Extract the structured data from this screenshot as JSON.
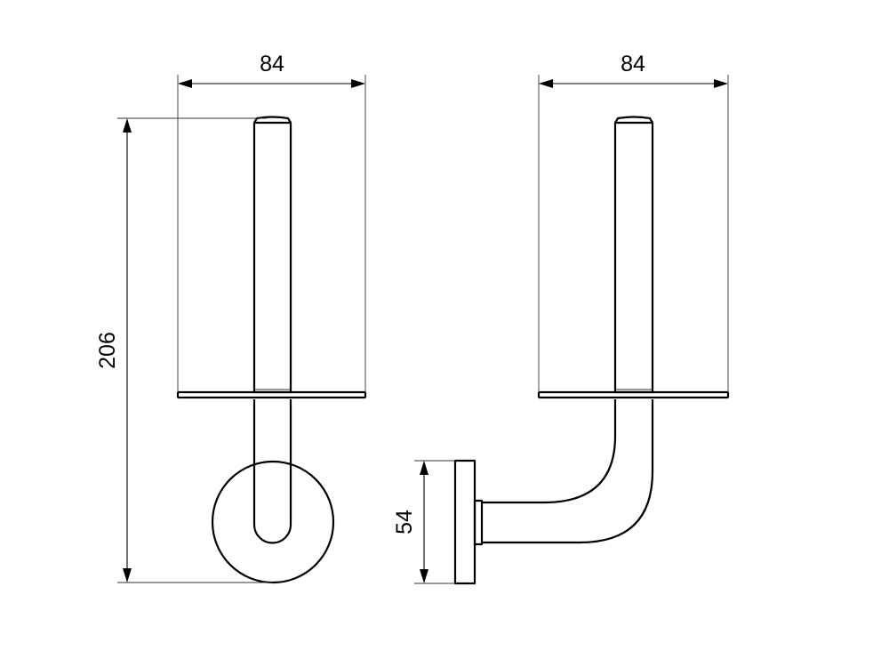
{
  "drawing": {
    "front_view": {
      "width_dimension": "84",
      "height_dimension": "206"
    },
    "side_view": {
      "width_dimension": "84",
      "base_height_dimension": "54"
    }
  }
}
